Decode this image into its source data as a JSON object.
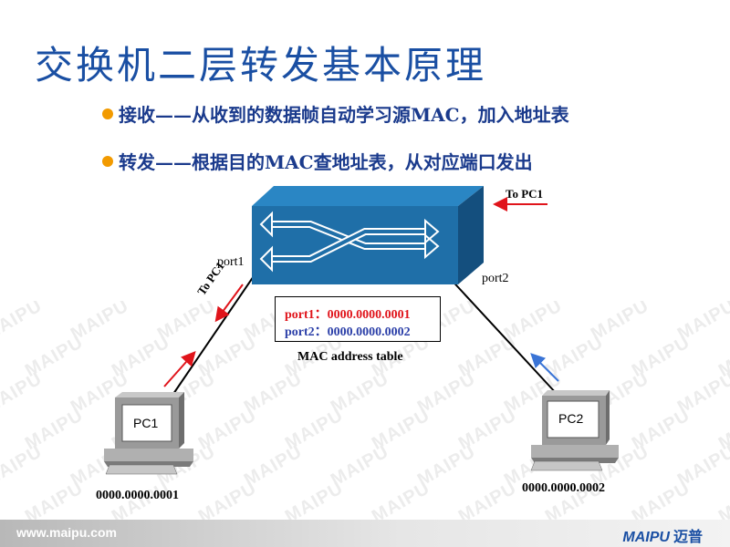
{
  "title": "交换机二层转发基本原理",
  "bullets": [
    "接收——从收到的数据帧自动学习源MAC，加入地址表",
    "转发——根据目的MAC查地址表，从对应端口发出"
  ],
  "diagram": {
    "to_pc1_top": "To PC1",
    "to_pc1_left": "To PC1",
    "port1": "port1",
    "port2": "port2",
    "mac_table": {
      "row1": "port1：0000.0000.0001",
      "row2": "port2：0000.0000.0002",
      "caption": "MAC address table"
    },
    "pc1": {
      "label": "PC1",
      "mac": "0000.0000.0001"
    },
    "pc2": {
      "label": "PC2",
      "mac": "0000.0000.0002"
    }
  },
  "watermark_text": "MAIPU",
  "footer": {
    "url": "www.maipu.com",
    "logo_latin": "MAIPU",
    "logo_cn": "迈普"
  },
  "colors": {
    "title": "#1a4fa3",
    "bullet_text": "#1a3a8c",
    "bullet_dot": "#f29a00",
    "switch_front": "#1f6fa8",
    "red_arrow": "#e0141b",
    "blue_arrow": "#3a74d6"
  }
}
